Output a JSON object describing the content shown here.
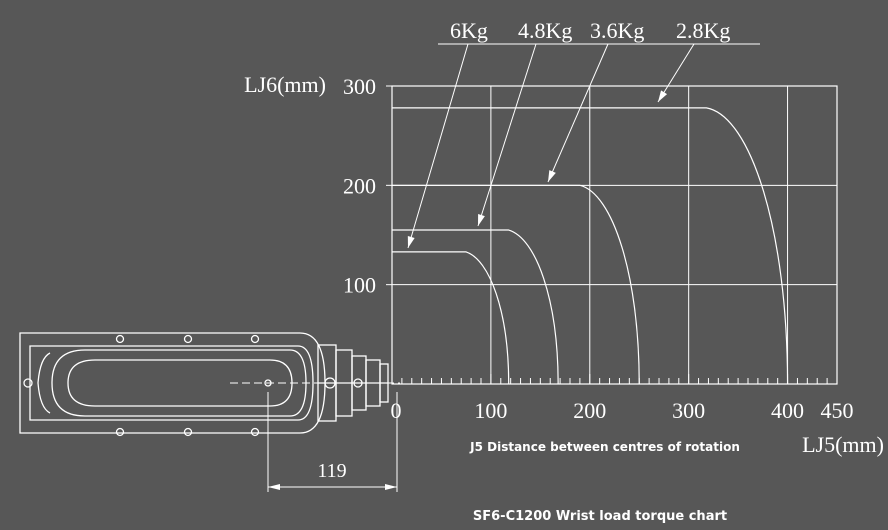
{
  "chart_data": {
    "type": "line",
    "title": "SF6-C1200 Wrist load torque chart",
    "xlabel": "LJ5(mm)",
    "ylabel": "LJ6(mm)",
    "x_caption": "J5 Distance between centres of rotation",
    "xlim": [
      0,
      450
    ],
    "ylim": [
      0,
      300
    ],
    "x_ticks": [
      "0",
      "100",
      "200",
      "300",
      "400",
      "450"
    ],
    "y_ticks": [
      "100",
      "200",
      "300"
    ],
    "grid": true,
    "series": [
      {
        "name": "6Kg",
        "flat_y": 133,
        "flat_to_x": 75,
        "reach_x": 118
      },
      {
        "name": "4.8Kg",
        "flat_y": 155,
        "flat_to_x": 118,
        "reach_x": 168
      },
      {
        "name": "3.6Kg",
        "flat_y": 200,
        "flat_to_x": 190,
        "reach_x": 250
      },
      {
        "name": "2.8Kg",
        "flat_y": 278,
        "flat_to_x": 318,
        "reach_x": 400
      }
    ]
  },
  "arm": {
    "offset_label": "119"
  }
}
